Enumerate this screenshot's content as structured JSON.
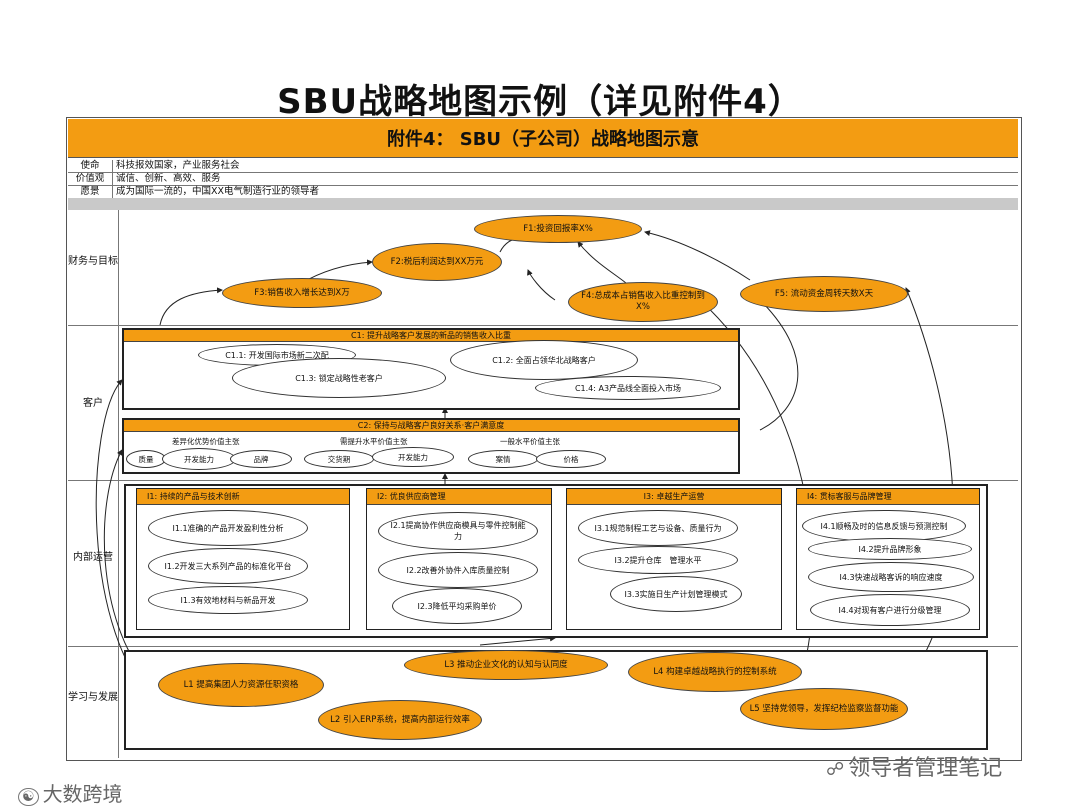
{
  "title": "SBU战略地图示例（详见附件4）",
  "annex_title": "附件4： SBU（子公司）战略地图示意",
  "mission": {
    "key": "使命",
    "value": "科技报效国家，产业服务社会"
  },
  "values": {
    "key": "价值观",
    "value": "诚信、创新、高效、服务"
  },
  "vision": {
    "key": "愿景",
    "value": "成为国际一流的，中国XX电气制造行业的领导者"
  },
  "perspectives": {
    "finance": "财务与目标",
    "customer": "客户",
    "internal": "内部运营",
    "learning": "学习与发展"
  },
  "finance": {
    "f1": "F1:投资回报率X%",
    "f2": "F2:税后利润达到XX万元",
    "f3": "F3:销售收入增长达到X万",
    "f4": "F4:总成本占销售收入比重控制到X%",
    "f5": "F5: 流动资金周转天数X天"
  },
  "customer": {
    "c1_bar": "C1: 提升战略客户发展的新品的销售收入比重",
    "c11": "C1.1: 开发国际市场新二次配",
    "c13": "C1.3: 锁定战略性老客户",
    "c12": "C1.2: 全面占领华北战略客户",
    "c14": "C1.4: A3产品线全面投入市场",
    "c2_bar": "C2: 保持与战略客户良好关系·客户满意度",
    "group1": "差异化优势价值主张",
    "group2": "需提升水平价值主张",
    "group3": "一般水平价值主张",
    "props": [
      "质量",
      "开发能力",
      "品牌",
      "交货期",
      "开发能力",
      "案情",
      "价格"
    ]
  },
  "internal": {
    "i1": "I1: 持续的产品与技术创新",
    "i11": "I1.1准确的产品开发盈利性分析",
    "i12": "I1.2开发三大系列产品的标准化平台",
    "i13": "I1.3有效地材料与新品开发",
    "i2": "I2: 优良供应商管理",
    "i21": "I2.1提高协作供应商模具与零件控制能力",
    "i22": "I2.2改善外协件入库质量控制",
    "i23": "I2.3降低平均采购单价",
    "i3": "I3: 卓越生产运营",
    "i31": "I3.1规范制程工艺与设备、质量行为",
    "i32": "I3.2提升仓库　管理水平",
    "i33": "I3.3实施日生产计划管理模式",
    "i4": "I4: 贯标客服与品牌管理",
    "i41": "I4.1顺畅及时的信息反馈与预测控制",
    "i42": "I4.2提升品牌形象",
    "i43": "I4.3快速战略客诉的响应速度",
    "i44": "I4.4对现有客户进行分级管理"
  },
  "learning": {
    "l1": "L1 提高集团人力资源任职资格",
    "l2": "L2 引入ERP系统，提高内部运行效率",
    "l3": "L3 推动企业文化的认知与认同度",
    "l4": "L4 构建卓越战略执行的控制系统",
    "l5": "L5 坚持党领导，发挥纪检监察监督功能"
  },
  "watermarks": {
    "left": "大数跨境",
    "right": "领导者管理笔记"
  },
  "colors": {
    "accent": "#f39c12",
    "grey": "#c9c9c9"
  }
}
